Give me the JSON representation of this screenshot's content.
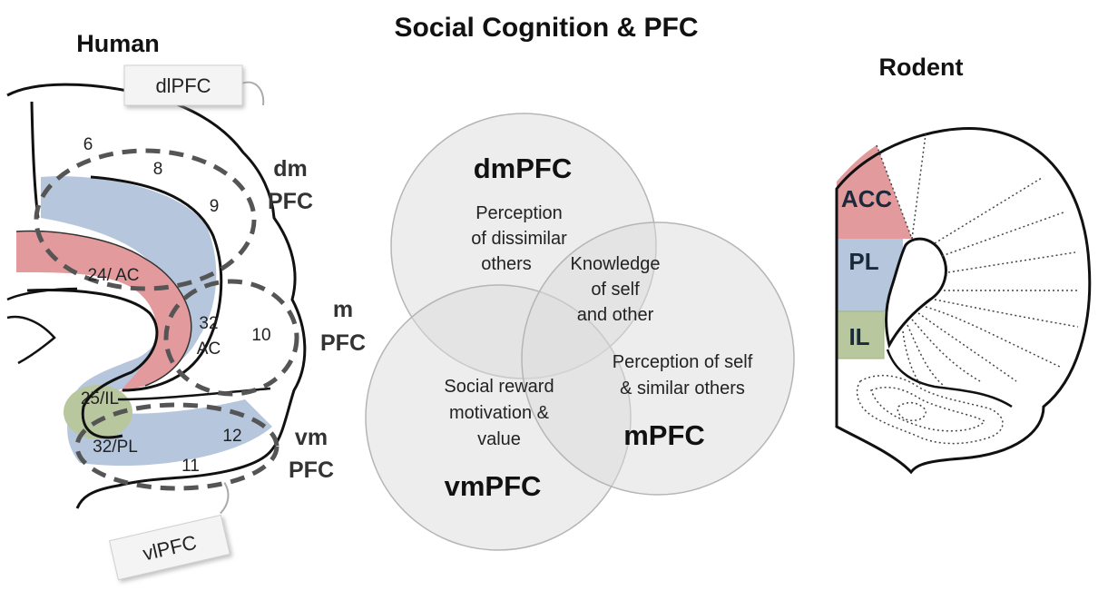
{
  "title": "Social Cognition & PFC",
  "human": {
    "label": "Human",
    "callouts": {
      "dlpfc": "dlPFC",
      "vlpfc": "vlPFC"
    },
    "areas": {
      "a6": "6",
      "a8": "8",
      "a9": "9",
      "a24": "24/ AC",
      "a32_top": "32",
      "a32_bottom": "AC",
      "a10": "10",
      "a25": "25/IL",
      "a12": "12",
      "a32pl": "32/PL",
      "a11": "11"
    },
    "regions": {
      "dm_line1": "dm",
      "dm_line2": "PFC",
      "m_line1": "m",
      "m_line2": "PFC",
      "vm_line1": "vm",
      "vm_line2": "PFC"
    },
    "colors": {
      "cingulate": "#e39a9c",
      "medial": "#b6c6dd",
      "il": "#b9c79f",
      "dash": "#555555"
    }
  },
  "venn": {
    "dmpfc": {
      "name": "dmPFC",
      "lines": [
        "Perception",
        "of dissimilar",
        "others"
      ]
    },
    "vmpfc": {
      "name": "vmPFC",
      "lines": [
        "Social reward",
        "motivation &",
        "value"
      ]
    },
    "mpfc": {
      "name": "mPFC",
      "lines": [
        "Perception of self",
        "& similar others"
      ]
    },
    "center": {
      "lines": [
        "Knowledge",
        "of self",
        "and other"
      ]
    },
    "circle_fill": "#dcdcdc"
  },
  "rodent": {
    "label": "Rodent",
    "regions": {
      "acc": "ACC",
      "pl": "PL",
      "il": "IL"
    },
    "colors": {
      "acc": "#e39a9c",
      "pl": "#b6c6dd",
      "il": "#b9c79f"
    }
  }
}
